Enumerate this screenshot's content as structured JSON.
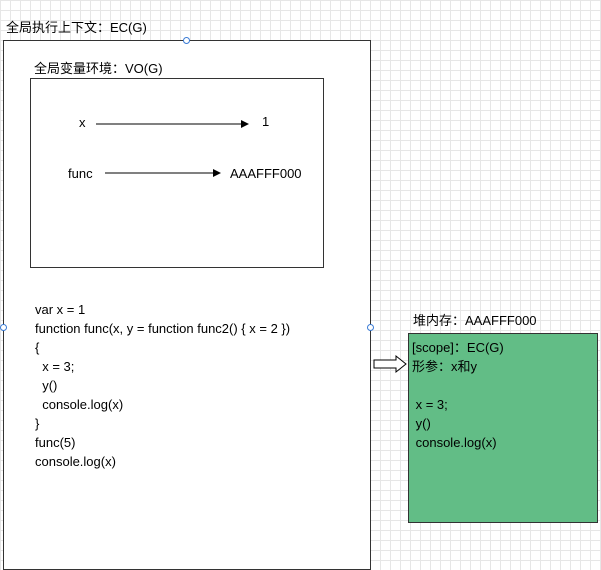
{
  "global_context": {
    "title": "全局执行上下文：EC(G)"
  },
  "variable_env": {
    "title": "全局变量环境：VO(G)",
    "entries": [
      {
        "name": "x",
        "value": "1"
      },
      {
        "name": "func",
        "value": "AAAFFF000"
      }
    ]
  },
  "global_code": {
    "lines": [
      "var x = 1",
      "function func(x, y = function func2() { x = 2 })",
      "{",
      "  x = 3;",
      "  y()",
      "  console.log(x)",
      "}",
      "func(5)",
      "console.log(x)"
    ]
  },
  "heap": {
    "title": "堆内存：AAAFFF000",
    "color": "#62bd86",
    "lines": [
      "[scope]：EC(G)",
      "形参：x和y",
      "",
      " x = 3;",
      " y()",
      " console.log(x)"
    ]
  }
}
